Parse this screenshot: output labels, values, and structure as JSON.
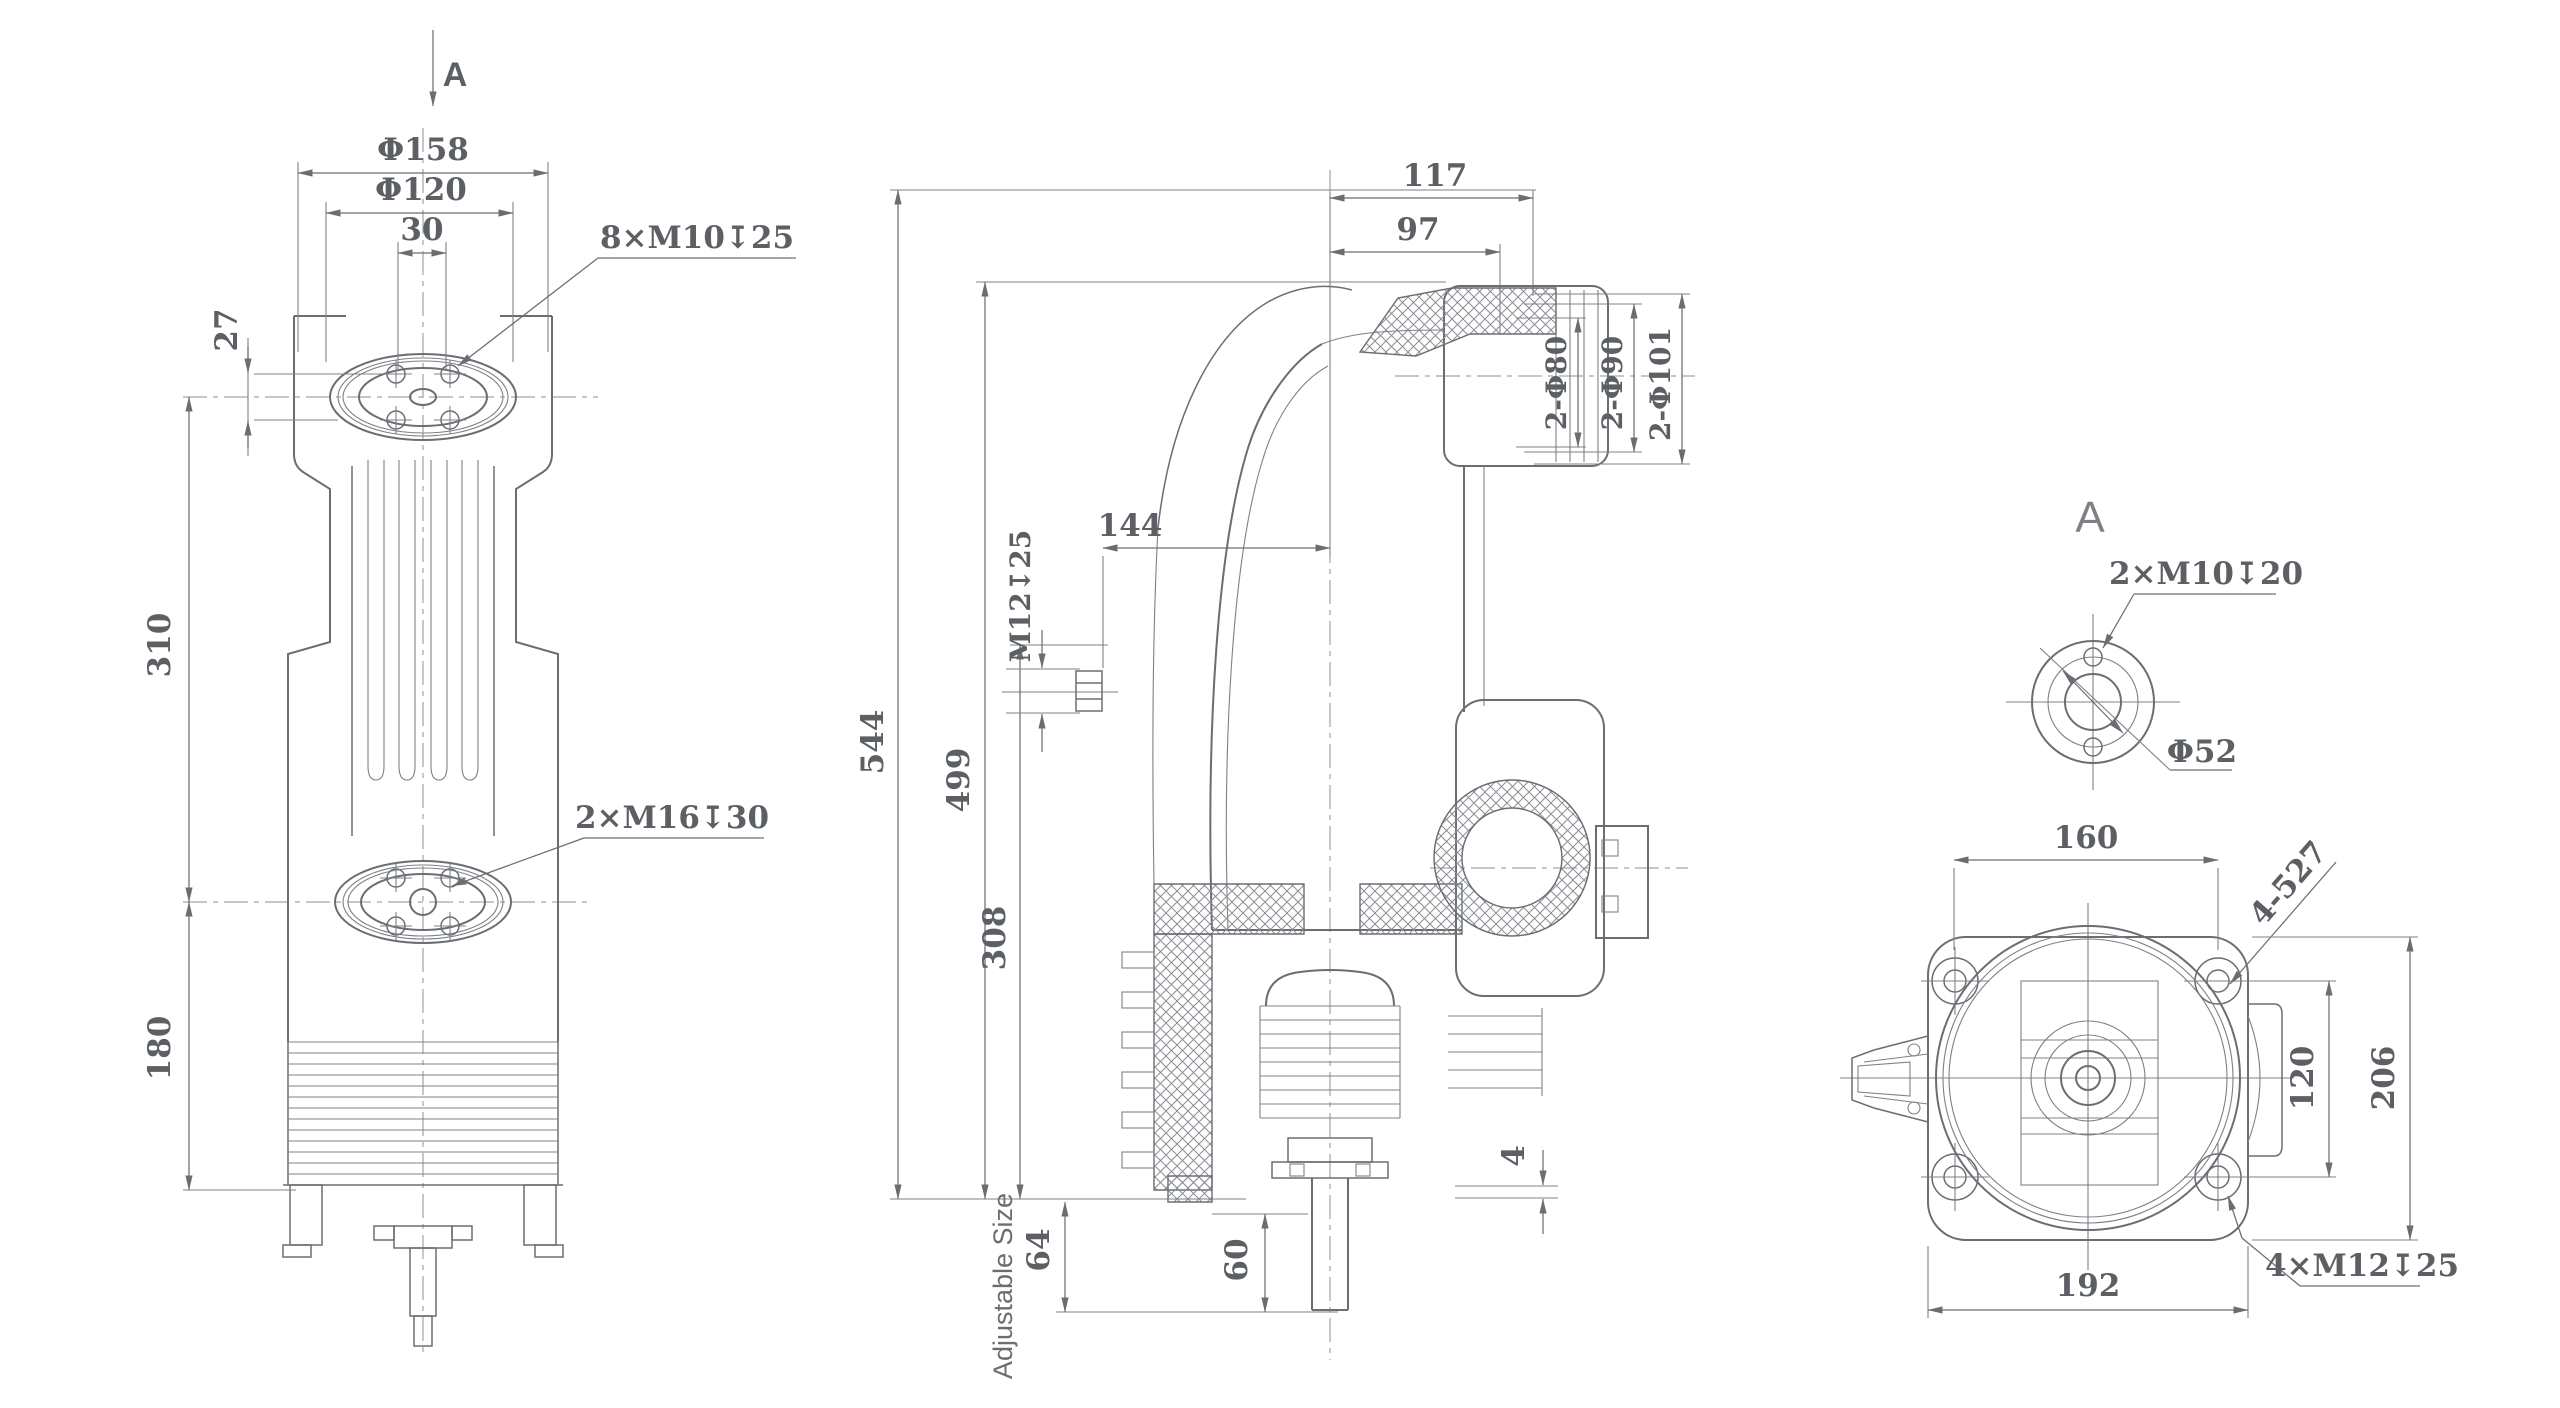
{
  "colors": {
    "line": "#6a6e73",
    "text": "#5c6065",
    "background": "#ffffff"
  },
  "front": {
    "section_arrow_label": "A",
    "d158": "Φ158",
    "d120": "Φ120",
    "d30": "30",
    "d27": "27",
    "d310": "310",
    "d180": "180",
    "thread_top": "8×M10↧25",
    "thread_bottom": "2×M16↧30"
  },
  "section": {
    "d117": "117",
    "d97": "97",
    "d144": "144",
    "d544": "544",
    "d499": "499",
    "d308": "308",
    "d64": "64",
    "d60": "60",
    "d4": "4",
    "d80": "2-Φ80",
    "d90": "2-Φ90",
    "d101": "2-Φ101",
    "insert_thread": "M12↧25",
    "adjustable": "Adjustable Size"
  },
  "viewA": {
    "label": "A",
    "thread": "2×M10↧20",
    "d52": "Φ52"
  },
  "bottom": {
    "d160": "160",
    "d120": "120",
    "d206": "206",
    "d192": "192",
    "corner_holes": "4-527",
    "thread": "4×M12↧25"
  }
}
